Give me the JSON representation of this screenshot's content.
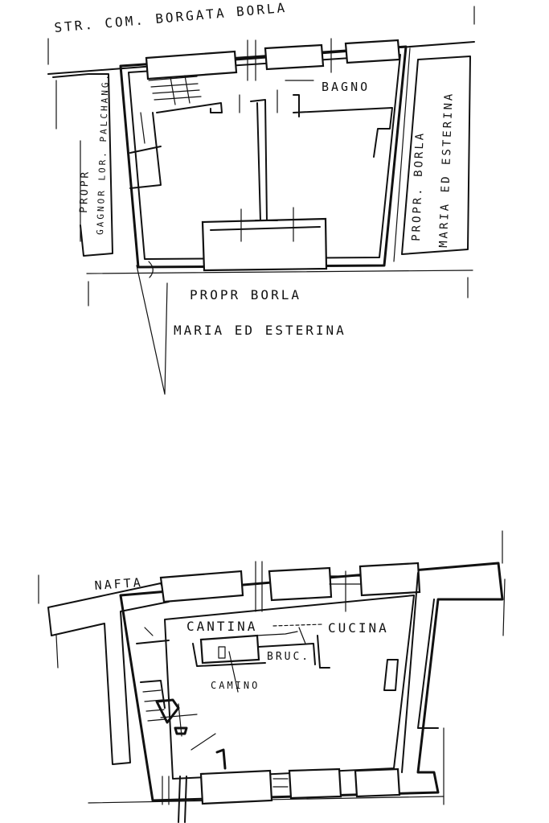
{
  "plan_upper": {
    "street": "STR. COM. BORGATA   BORLA",
    "bagno": "BAGNO",
    "left_owner_line1": "PROPR",
    "left_owner_line2": "GAGNOR LOR. PALCHANG.",
    "right_owner_line1": "PROPR. BORLA",
    "right_owner_line2": "MARIA ED ESTERINA",
    "bottom_owner_line1": "PROPR BORLA",
    "bottom_owner_line2": "MARIA ED ESTERINA"
  },
  "plan_lower": {
    "nafta": "NAFTA",
    "cantina": "CANTINA",
    "cucina": "CUCINA",
    "bruc": "BRUC.",
    "camino": "CAMINO"
  }
}
